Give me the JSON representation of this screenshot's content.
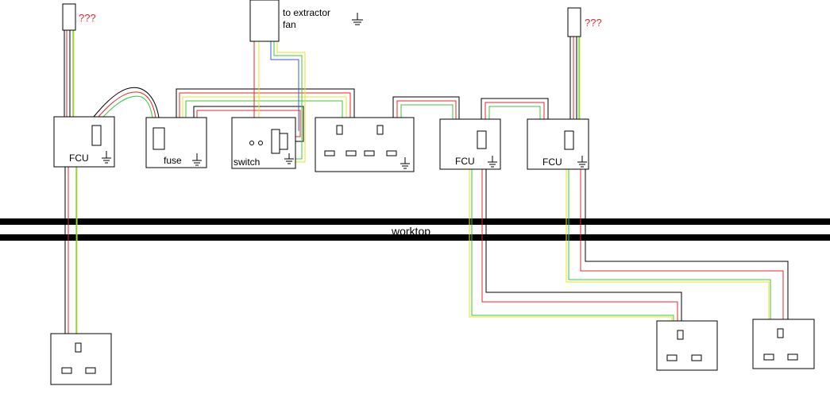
{
  "labels": {
    "fcu": "FCU",
    "fuse": "fuse",
    "switch": "switch",
    "extractor_line1": "to extractor",
    "extractor_line2": "fan",
    "unknown": "???",
    "worktop": "worktop"
  },
  "colors": {
    "live": "#e8252b",
    "neutral": "#000000",
    "earth_green": "#3ec43e",
    "earth_yellow": "#e6e61e",
    "fan_blue": "#3a5bd8",
    "unknown_text": "#e8252b"
  }
}
